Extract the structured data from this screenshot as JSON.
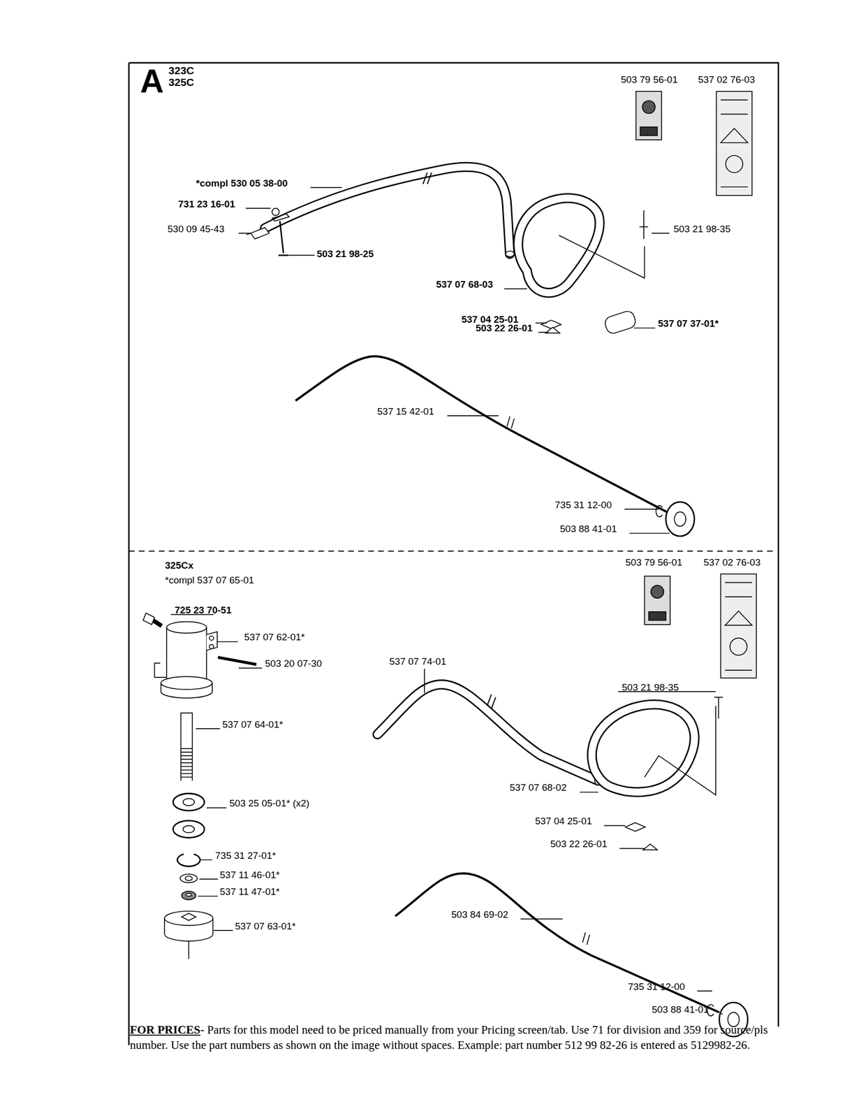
{
  "diagram": {
    "labels": [
      "A",
      "323C",
      "325C",
      "503 79 56-01",
      "537 02 76-03",
      "*compl 530 05 38-00",
      "731 23 16-01",
      "530 09 45-43",
      "503 21 98-25",
      "503 21 98-35",
      "537 07 68-03",
      "537 04 25-01",
      "537 07 37-01*",
      "503 22 26-01",
      "537 15 42-01",
      "735 31 12-00",
      "503 88 41-01",
      "325Cx",
      "*compl 537 07 65-01",
      "503 79 56-01",
      "537 02 76-03",
      "725 23 70-51",
      "537 07 62-01*",
      "503 20 07-30",
      "537 07 74-01",
      "503 21 98-35",
      "537 07 64-01*",
      "537 07 68-02",
      "503 25 05-01* (x2)",
      "537 04 25-01",
      "503 22 26-01",
      "735 31 27-01*",
      "537 11 46-01*",
      "537 11 47-01*",
      "537 07 63-01*",
      "503 84 69-02",
      "735 31 12-00",
      "503 88 41-01",
      "FOR PRICES",
      "- Parts for this model need to be priced manually from your Pricing screen/tab. Use 71 for division and 359 for source/pls number. Use the part numbers as shown on the image without spaces. Example: part number 512 99 82-26 is entered as 5129982-26."
    ]
  }
}
